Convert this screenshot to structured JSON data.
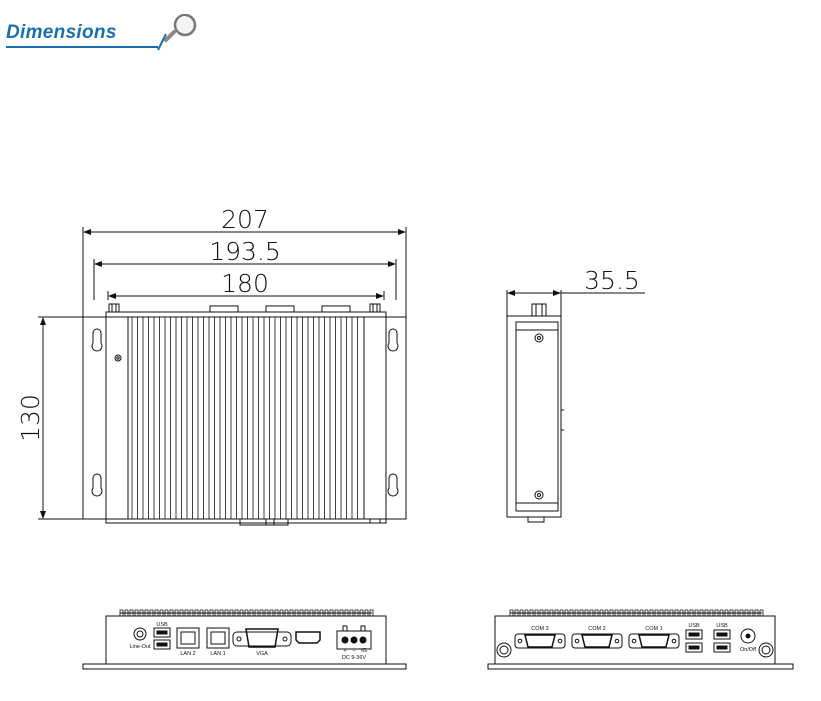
{
  "header": {
    "title": "Dimensions",
    "icon": "magnifier-icon"
  },
  "front_view": {
    "width_overall": "207",
    "width_heatsink": "193.5",
    "width_mount": "180",
    "height": "130"
  },
  "side_view": {
    "depth": "35.5"
  },
  "rear_io_panel": {
    "ports": [
      "Line-Out",
      "USB",
      "LAN 2",
      "LAN 1",
      "VGA",
      "DC 9-36V"
    ],
    "power_pins": [
      "+",
      "–",
      "IG"
    ]
  },
  "front_io_panel": {
    "ports": [
      "COM 3",
      "COM 2",
      "COM 1",
      "USB",
      "USB",
      "On/Off"
    ]
  },
  "colors": {
    "title": "#1a6fb0",
    "line": "#111111"
  }
}
